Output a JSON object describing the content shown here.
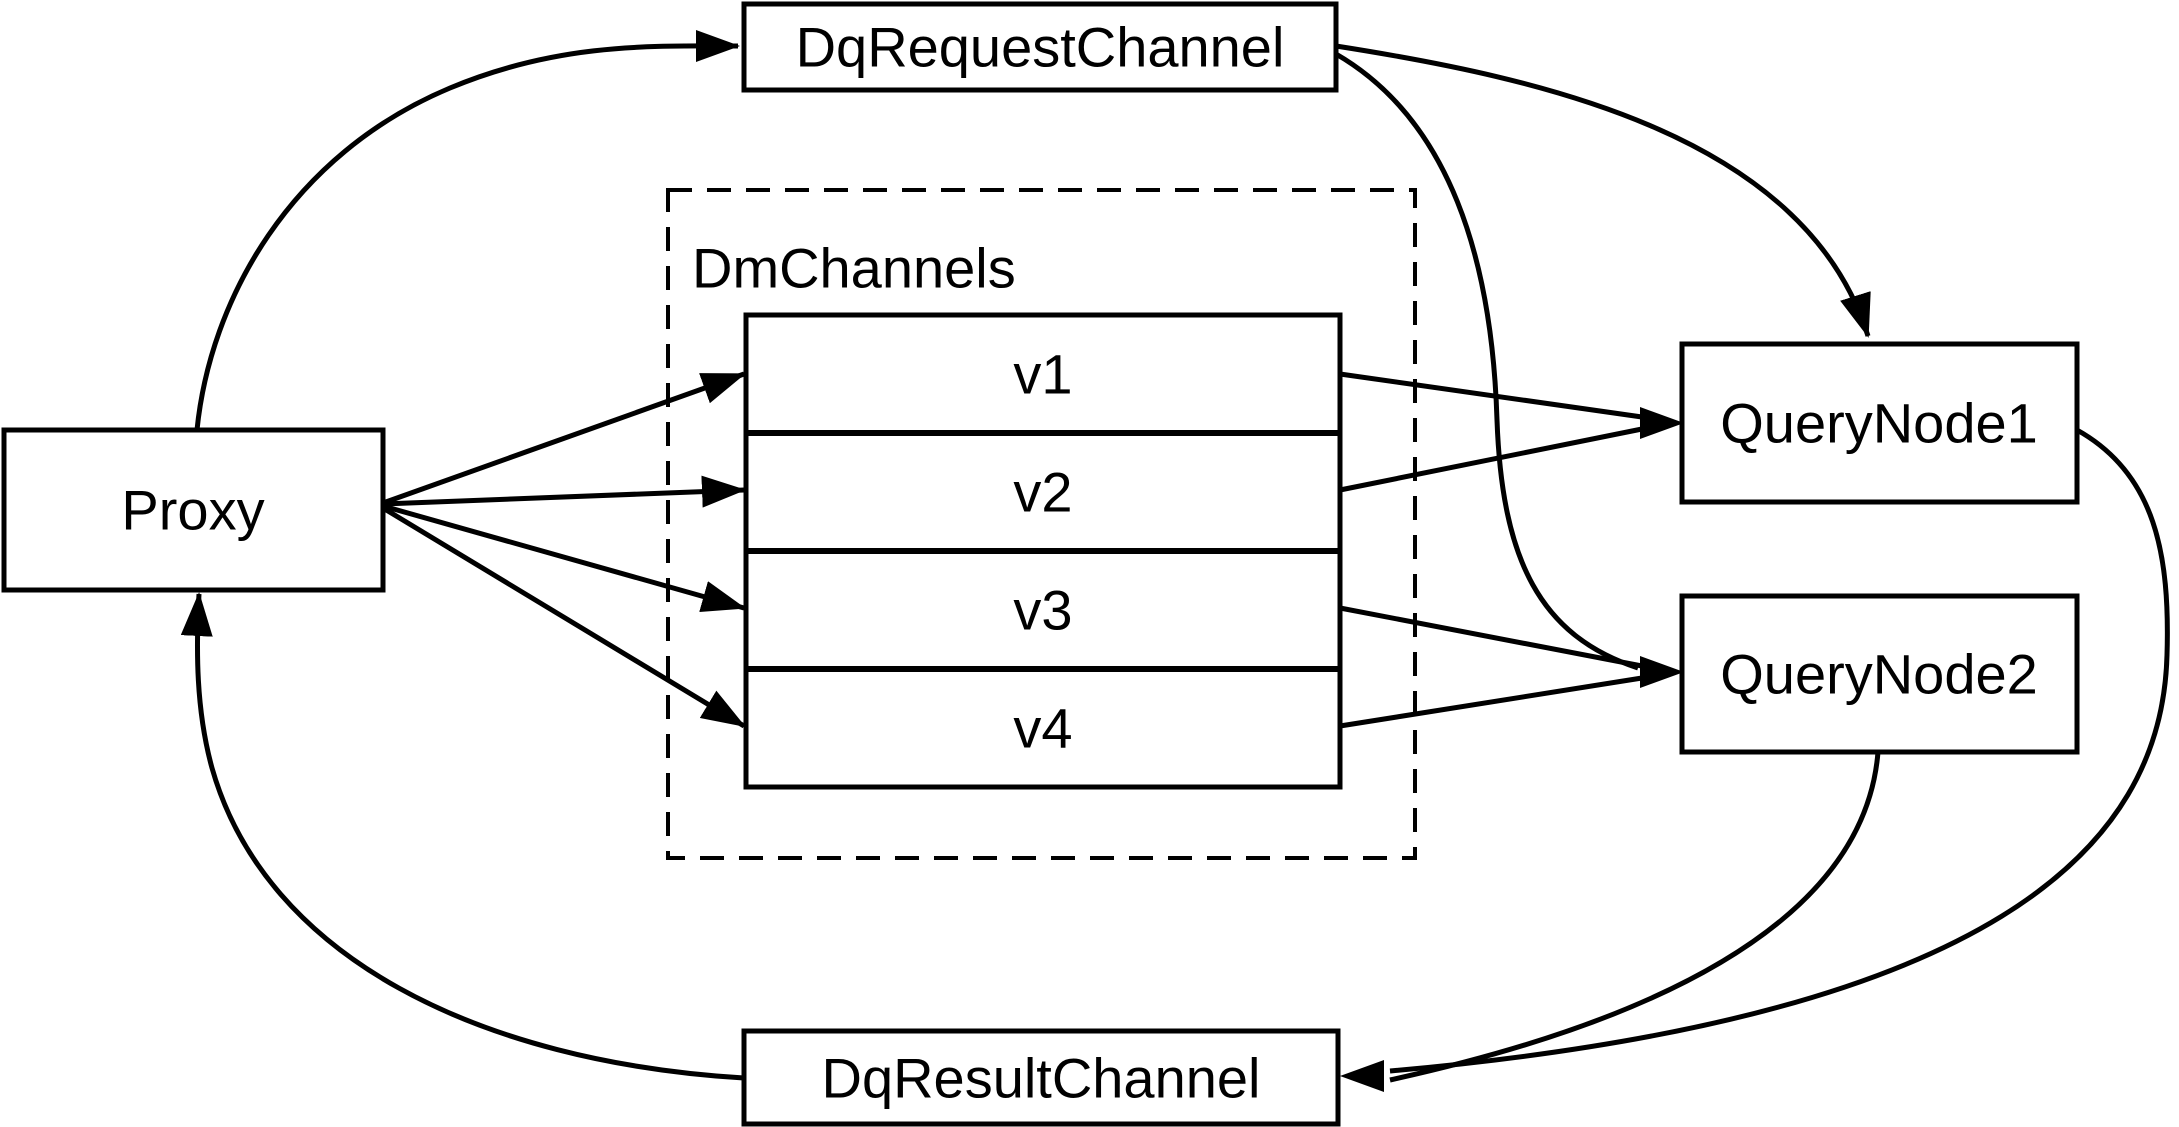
{
  "diagram": {
    "background": "#ffffff",
    "stroke_color": "#000000",
    "nodes": {
      "dq_request_channel": {
        "label": "DqRequestChannel"
      },
      "proxy": {
        "label": "Proxy"
      },
      "dm_channels": {
        "label": "DmChannels"
      },
      "channels": [
        {
          "label": "v1"
        },
        {
          "label": "v2"
        },
        {
          "label": "v3"
        },
        {
          "label": "v4"
        }
      ],
      "query_node_1": {
        "label": "QueryNode1"
      },
      "query_node_2": {
        "label": "QueryNode2"
      },
      "dq_result_channel": {
        "label": "DqResultChannel"
      }
    },
    "edges": [
      {
        "from": "Proxy",
        "to": "DqRequestChannel"
      },
      {
        "from": "DqRequestChannel",
        "to": "QueryNode1"
      },
      {
        "from": "DqRequestChannel",
        "to": "QueryNode2"
      },
      {
        "from": "Proxy",
        "to": "v1"
      },
      {
        "from": "Proxy",
        "to": "v2"
      },
      {
        "from": "Proxy",
        "to": "v3"
      },
      {
        "from": "Proxy",
        "to": "v4"
      },
      {
        "from": "v1",
        "to": "QueryNode1"
      },
      {
        "from": "v2",
        "to": "QueryNode1"
      },
      {
        "from": "v3",
        "to": "QueryNode2"
      },
      {
        "from": "v4",
        "to": "QueryNode2"
      },
      {
        "from": "QueryNode1",
        "to": "DqResultChannel"
      },
      {
        "from": "QueryNode2",
        "to": "DqResultChannel"
      },
      {
        "from": "DqResultChannel",
        "to": "Proxy"
      }
    ]
  }
}
